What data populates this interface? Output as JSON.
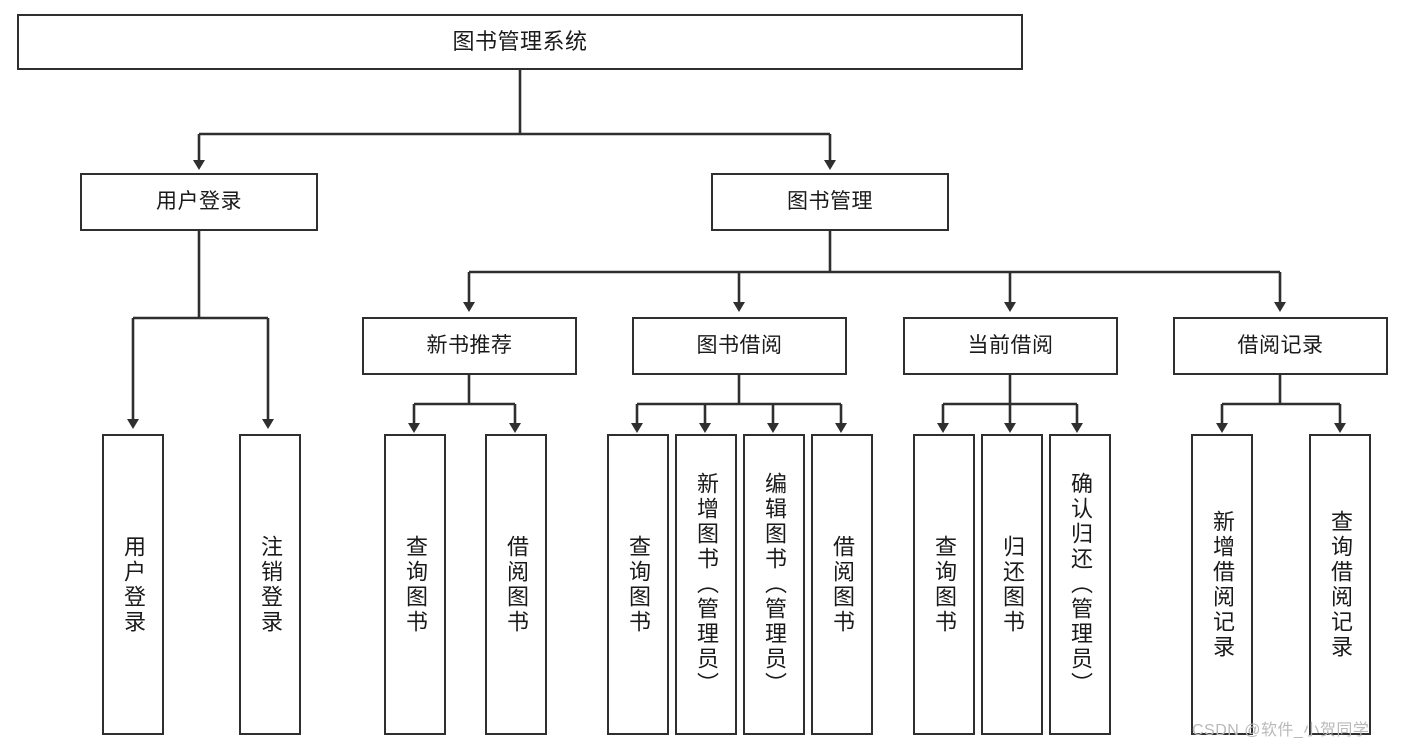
{
  "diagram": {
    "title": "图书管理系统",
    "type": "tree-hierarchy-chart",
    "stroke_color": "#2f2f2f",
    "fill_color": "#ffffff",
    "levels": {
      "root": "图书管理系统",
      "level2": [
        "用户登录",
        "图书管理"
      ],
      "level3": [
        "新书推荐",
        "图书借阅",
        "当前借阅",
        "借阅记录"
      ]
    },
    "nodes": {
      "root": {
        "label": "图书管理系统"
      },
      "user_login": {
        "label": "用户登录"
      },
      "book_mgmt": {
        "label": "图书管理"
      },
      "new_book_rec": {
        "label": "新书推荐"
      },
      "book_borrow": {
        "label": "图书借阅"
      },
      "current_borrow": {
        "label": "当前借阅"
      },
      "borrow_record": {
        "label": "借阅记录"
      },
      "leaf_user_login": {
        "label": "用户登录"
      },
      "leaf_logout": {
        "label": "注销登录"
      },
      "leaf_query_book_a": {
        "label": "查询图书"
      },
      "leaf_borrow_book_a": {
        "label": "借阅图书"
      },
      "leaf_query_book_b": {
        "label": "查询图书"
      },
      "leaf_add_book": {
        "label": "新增图书（管理员）"
      },
      "leaf_edit_book": {
        "label": "编辑图书（管理员）"
      },
      "leaf_borrow_book_b": {
        "label": "借阅图书"
      },
      "leaf_query_book_c": {
        "label": "查询图书"
      },
      "leaf_return_book": {
        "label": "归还图书"
      },
      "leaf_confirm_return": {
        "label": "确认归还（管理员）"
      },
      "leaf_add_record": {
        "label": "新增借阅记录"
      },
      "leaf_query_record": {
        "label": "查询借阅记录"
      }
    }
  },
  "watermark": {
    "text": "CSDN @软件_小贺同学"
  }
}
